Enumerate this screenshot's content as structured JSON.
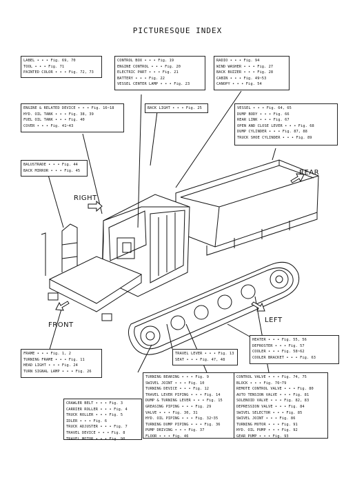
{
  "title": "PICTURESQUE INDEX",
  "directions": {
    "right": "RIGHT",
    "rear": "REAR",
    "front": "FRONT",
    "left": "LEFT"
  },
  "boxes": {
    "label": [
      "LABEL • • • Fig. 69, 70",
      "TOOL • • • Fig. 71",
      "PAINTED COLOR • • • Fig. 72, 73"
    ],
    "control": [
      "CONTROL BOX • • • Fig. 19",
      "ENGINE CONTROL • • • Fig. 20",
      "ELECTRIC PART • • • Fig. 21",
      "BATTERY • • • Fig. 22",
      "VESSEL CENTER LAMP • • • Fig. 23"
    ],
    "radio": [
      "RADIO • • • Fig. 94",
      "WIND WASHER • • • Fig. 27",
      "BACK BUZZER • • • Fig. 28",
      "CABIN • • • Fig. 49~53",
      "CANOPY • • • Fig. 54"
    ],
    "engine": [
      "ENGINE & RELATED DEVICE • • • Fig. 16~18",
      "HYD. OIL TANK • • • Fig. 38, 39",
      "FUEL OIL TANK • • • Fig. 40",
      "COVER • • • Fig. 41~43"
    ],
    "backlight": [
      "BACK LIGHT • • • Fig. 25"
    ],
    "vessel": [
      "VESSEL • • • Fig. 64, 65",
      "DUMP BODY • • • Fig. 66",
      "REAR LINK • • • Fig. 67",
      "OPEN AND CLOSE LEVER • • • Fig. 68",
      "DUMP CYLINDER • • • Fig. 87, 88",
      "TRUCK SHOE CYLINDER • • • Fig. 89"
    ],
    "balustrade": [
      "BALUSTRADE • • • Fig. 44",
      "BACK MIRROR • • • Fig. 45"
    ],
    "heater": [
      "HEATER • • • Fig. 55, 56",
      "DEFROSTER • • • Fig. 57",
      "COOLER • • • Fig. 58~62",
      "COOLER BRACKET • • • Fig. 63"
    ],
    "frame": [
      "FRAME • • • Fig. 1, 2",
      "TURNING FRAME • • • Fig. 11",
      "HEAD LIGHT • • • Fig. 24",
      "TURN SIGNAL LAMP • • • Fig. 26"
    ],
    "travel": [
      "TRAVEL LEVER • • • Fig. 13",
      "SEAT • • • Fig. 47, 48"
    ],
    "crawler": [
      "CRAWLER BELT • • • Fig. 3",
      "CARRIER ROLLER • • • Fig. 4",
      "TRUCK ROLLER • • • Fig. 5",
      "IDLER • • • Fig. 6",
      "TRUCK ADJUSTER • • • Fig. 7",
      "TRAVEL DEVICE • • • Fig. 8",
      "TRAVEL MOTOR • • • Fig. 90"
    ],
    "turning": [
      "TURNING BEARING • • • Fig. 9",
      "SWIVEL JOINT • • • Fig. 10",
      "TURNING DEVICE • • • Fig. 12",
      "TRAVEL LEVER PIPING • • • Fig. 14",
      "DUMP & TURNING LEVER • • • Fig. 15",
      "GREASING PIPING • • • Fig. 29",
      "VALVE • • • Fig. 30, 31",
      "HYD. OIL PIPING • • • Fig. 32~35",
      "TURNING DUMP PIPING • • • Fig. 36",
      "PUMP DRIVING • • • Fig. 37",
      "FLOOR • • • Fig. 46"
    ],
    "controlvalve": [
      "CONTROL VALVE • • • Fig. 74, 75",
      "BLOCK • • • Fig. 76~79",
      "REMOTE CONTROL VALVE • • • Fig. 80",
      "AUTO TENSION VALVE • • • Fig. 81",
      "SOLENOID VALVE • • • Fig. 82, 83",
      "DEPRESSION VALVE • • • Fig. 84",
      "SWIVEL SELECTOR • • • Fig. 85",
      "SWIVEL JOINT • • • Fig. 86",
      "TURNING MOTOR • • • Fig. 91",
      "HYD. OIL PUMP • • • Fig. 92",
      "GEAR PUMP • • • Fig. 93"
    ]
  }
}
